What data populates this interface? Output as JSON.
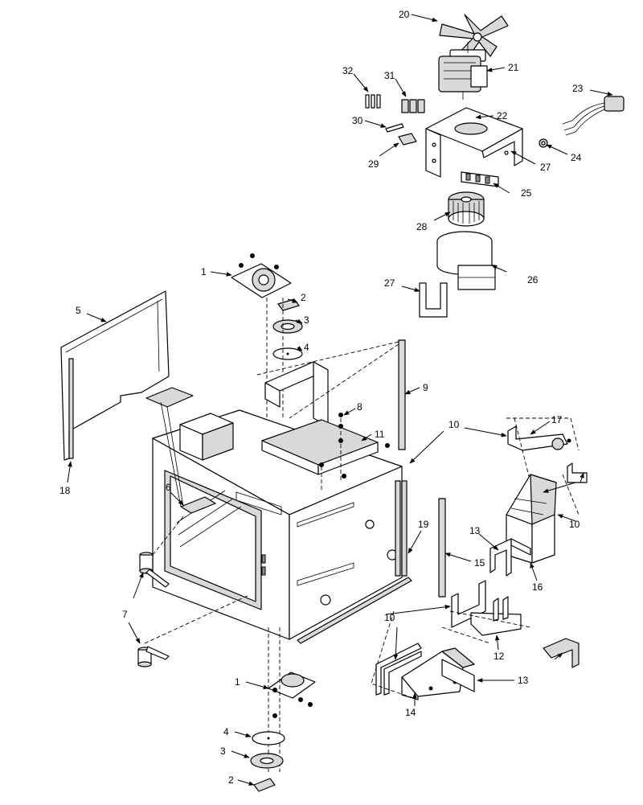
{
  "callouts": [
    {
      "id": "c20",
      "text": "20"
    },
    {
      "id": "c21",
      "text": "21"
    },
    {
      "id": "c22",
      "text": "22"
    },
    {
      "id": "c23",
      "text": "23"
    },
    {
      "id": "c24",
      "text": "24"
    },
    {
      "id": "c25",
      "text": "25"
    },
    {
      "id": "c26",
      "text": "26"
    },
    {
      "id": "c27a",
      "text": "27"
    },
    {
      "id": "c27b",
      "text": "27"
    },
    {
      "id": "c28",
      "text": "28"
    },
    {
      "id": "c29",
      "text": "29"
    },
    {
      "id": "c30",
      "text": "30"
    },
    {
      "id": "c31",
      "text": "31"
    },
    {
      "id": "c32",
      "text": "32"
    },
    {
      "id": "c1a",
      "text": "1"
    },
    {
      "id": "c2a",
      "text": "2"
    },
    {
      "id": "c3a",
      "text": "3"
    },
    {
      "id": "c4a",
      "text": "4"
    },
    {
      "id": "c5",
      "text": "5"
    },
    {
      "id": "c6",
      "text": "6"
    },
    {
      "id": "c7a",
      "text": "7"
    },
    {
      "id": "c7b",
      "text": "7"
    },
    {
      "id": "c8",
      "text": "8"
    },
    {
      "id": "c9",
      "text": "9"
    },
    {
      "id": "c10a",
      "text": "10"
    },
    {
      "id": "c10b",
      "text": "10"
    },
    {
      "id": "c10c",
      "text": "10"
    },
    {
      "id": "c10d",
      "text": "10"
    },
    {
      "id": "c11",
      "text": "11"
    },
    {
      "id": "c12",
      "text": "12"
    },
    {
      "id": "c13a",
      "text": "13"
    },
    {
      "id": "c13b",
      "text": "13"
    },
    {
      "id": "c14",
      "text": "14"
    },
    {
      "id": "c15",
      "text": "15"
    },
    {
      "id": "c16",
      "text": "16"
    },
    {
      "id": "c17",
      "text": "17"
    },
    {
      "id": "c18",
      "text": "18"
    },
    {
      "id": "c19",
      "text": "19"
    },
    {
      "id": "c1b",
      "text": "1"
    },
    {
      "id": "c2b",
      "text": "2"
    },
    {
      "id": "c3b",
      "text": "3"
    },
    {
      "id": "c4b",
      "text": "4"
    }
  ]
}
